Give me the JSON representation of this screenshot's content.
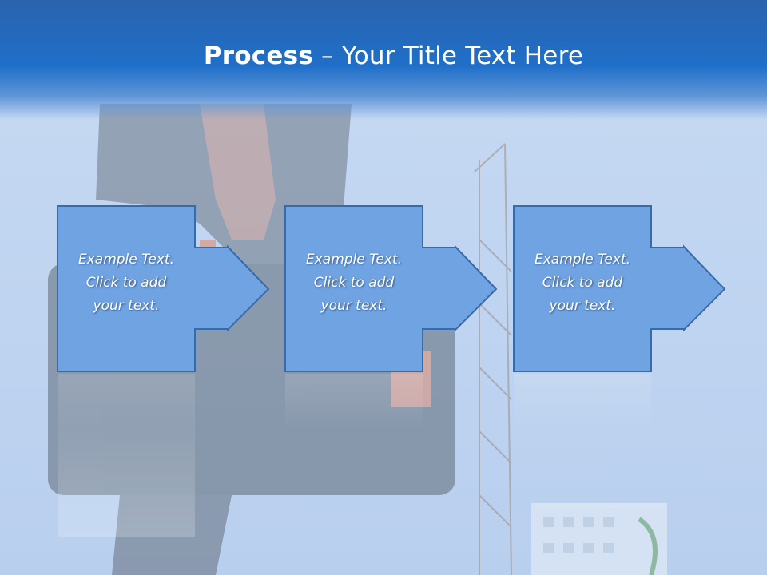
{
  "slide": {
    "title_bold": "Process",
    "title_rest": " – Your Title Text Here"
  },
  "steps": [
    {
      "line1": "Example Text.",
      "line2": "Click  to add",
      "line3": "your text."
    },
    {
      "line1": "Example Text.",
      "line2": "Click  to add",
      "line3": "your text."
    },
    {
      "line1": "Example Text.",
      "line2": "Click  to add",
      "line3": "your text."
    }
  ],
  "colors": {
    "title_band": "#1f6fc9",
    "step_fill": "#6fa3e2",
    "step_border": "#3a6aa8",
    "background": "#c6daf2"
  }
}
